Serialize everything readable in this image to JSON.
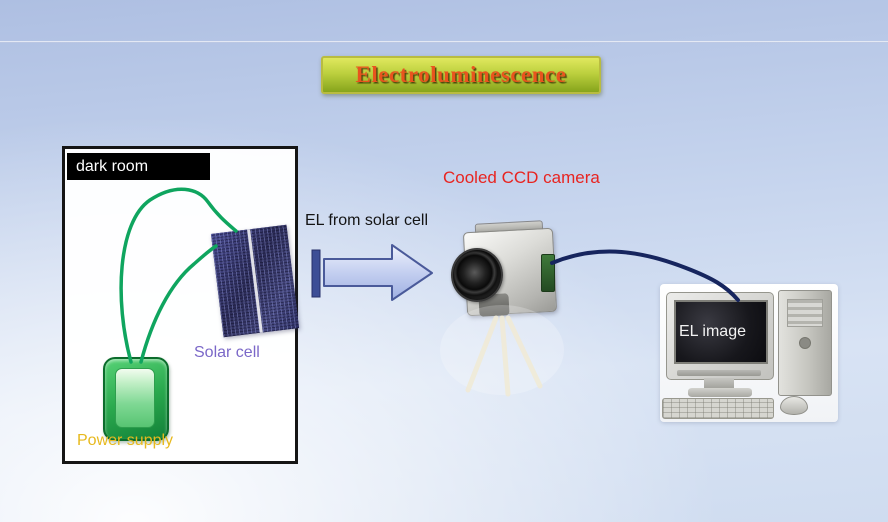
{
  "slide": {
    "title": "Electroluminescence"
  },
  "dark_room": {
    "label": "dark room",
    "solar_cell_label": "Solar cell",
    "power_supply_label": "Power supply"
  },
  "flow": {
    "arrow_label": "EL from solar cell",
    "camera_label": "Cooled CCD camera"
  },
  "computer": {
    "screen_label": "EL image"
  },
  "colors": {
    "background_top": "#aebfe2",
    "background_bottom": "#eaf1fa",
    "title_text": "#e8541e",
    "title_banner_top": "#e0e85e",
    "title_banner_bottom": "#86a41c",
    "title_banner_border": "#b9bc40",
    "camera_label": "#e82420",
    "solar_cell_label": "#7b68c8",
    "power_supply_label": "#e7b91e",
    "wire_green": "#0fa55f",
    "cable_navy": "#16255e",
    "arrow_fill": "#c4cff0",
    "arrow_border": "#4a5a9a"
  },
  "icons": {
    "solar_cell": "solar-cell-photo",
    "power_supply": "power-supply-device",
    "camera": "ccd-camera-photo",
    "tripod": "tripod-legs",
    "computer": "desktop-computer-photo"
  }
}
